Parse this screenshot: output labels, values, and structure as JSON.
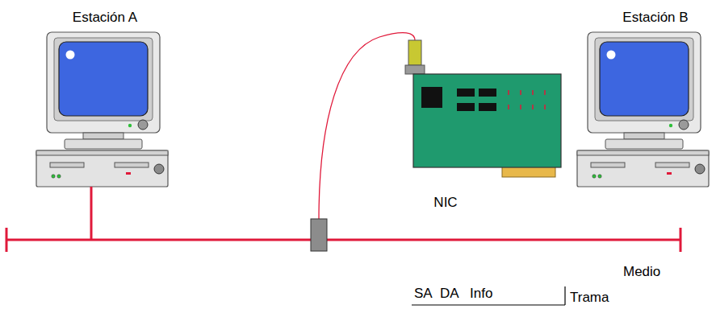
{
  "diagram": {
    "nodes": [
      {
        "text": [
          "Estación A"
        ]
      },
      {
        "text": [
          "NIC"
        ]
      },
      {
        "text": [
          "Estación B"
        ]
      }
    ],
    "labels": [
      "Medio",
      "SA",
      "DA",
      "Info",
      "Trama"
    ]
  }
}
